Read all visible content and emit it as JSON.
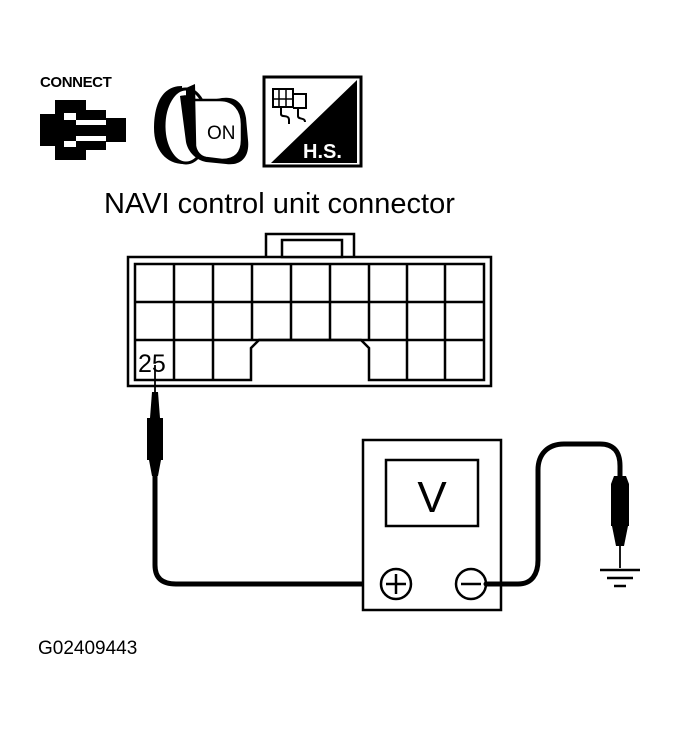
{
  "diagram": {
    "title": "NAVI control unit connector",
    "figure_code": "G02409443",
    "connector": {
      "pin_label": "25"
    },
    "icons": {
      "connect": {
        "name": "connector-connect-icon",
        "label": "CONNECT"
      },
      "ignition": {
        "name": "ignition-key-on-icon",
        "label": "ON"
      },
      "harness": {
        "name": "harness-side-icon",
        "label": "H.S."
      }
    },
    "voltmeter": {
      "display": "V",
      "positive_terminal": "+",
      "negative_terminal": "−"
    },
    "ground": {
      "name": "ground-symbol-icon"
    }
  }
}
